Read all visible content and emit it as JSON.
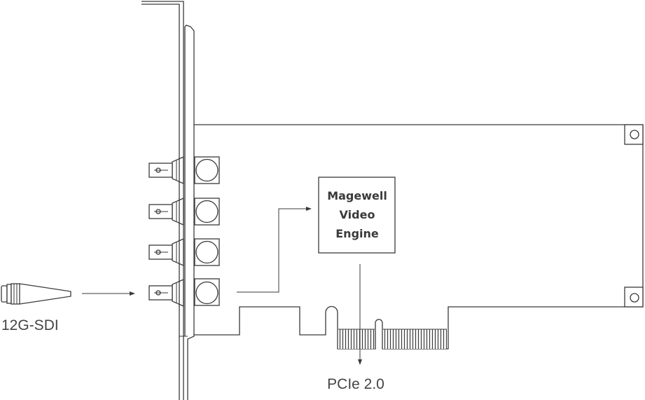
{
  "engine": {
    "line1": "Magewell",
    "line2": "Video",
    "line3": "Engine"
  },
  "labels": {
    "input": "12G-SDI",
    "bus": "PCIe 2.0"
  },
  "colors": {
    "stroke": "#3a3a3a",
    "text": "#444444",
    "background": "#ffffff"
  }
}
